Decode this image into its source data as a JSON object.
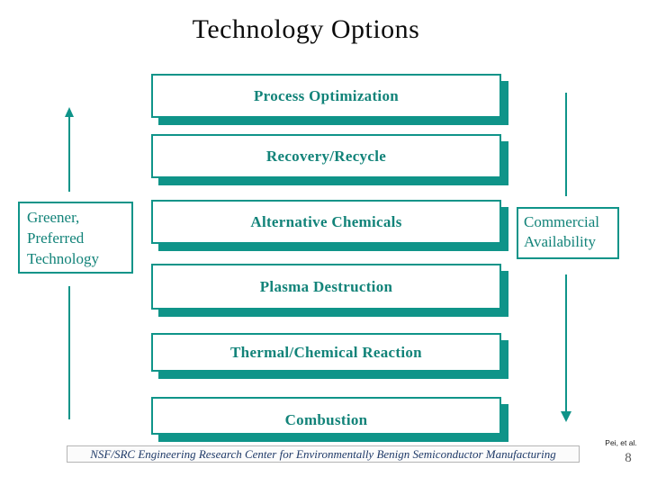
{
  "slide": {
    "title": "Technology Options",
    "footer": "NSF/SRC Engineering Research Center for Environmentally Benign Semiconductor Manufacturing",
    "attribution": "Pei, et al.",
    "page_number": "8"
  },
  "diagram": {
    "options": [
      {
        "label": "Process Optimization"
      },
      {
        "label": "Recovery/Recycle"
      },
      {
        "label": "Alternative Chemicals"
      },
      {
        "label": "Plasma Destruction"
      },
      {
        "label": "Thermal/Chemical Reaction"
      },
      {
        "label": "Combustion"
      }
    ],
    "left_axis": {
      "label_lines": [
        "Greener,",
        "Preferred",
        "Technology"
      ],
      "arrow_direction": "up"
    },
    "right_axis": {
      "label_lines": [
        "Commercial",
        "Availability"
      ],
      "arrow_direction": "down"
    }
  },
  "colors": {
    "teal": "#0f9489",
    "teal_text": "#128379",
    "footer_text": "#1f3a68"
  }
}
